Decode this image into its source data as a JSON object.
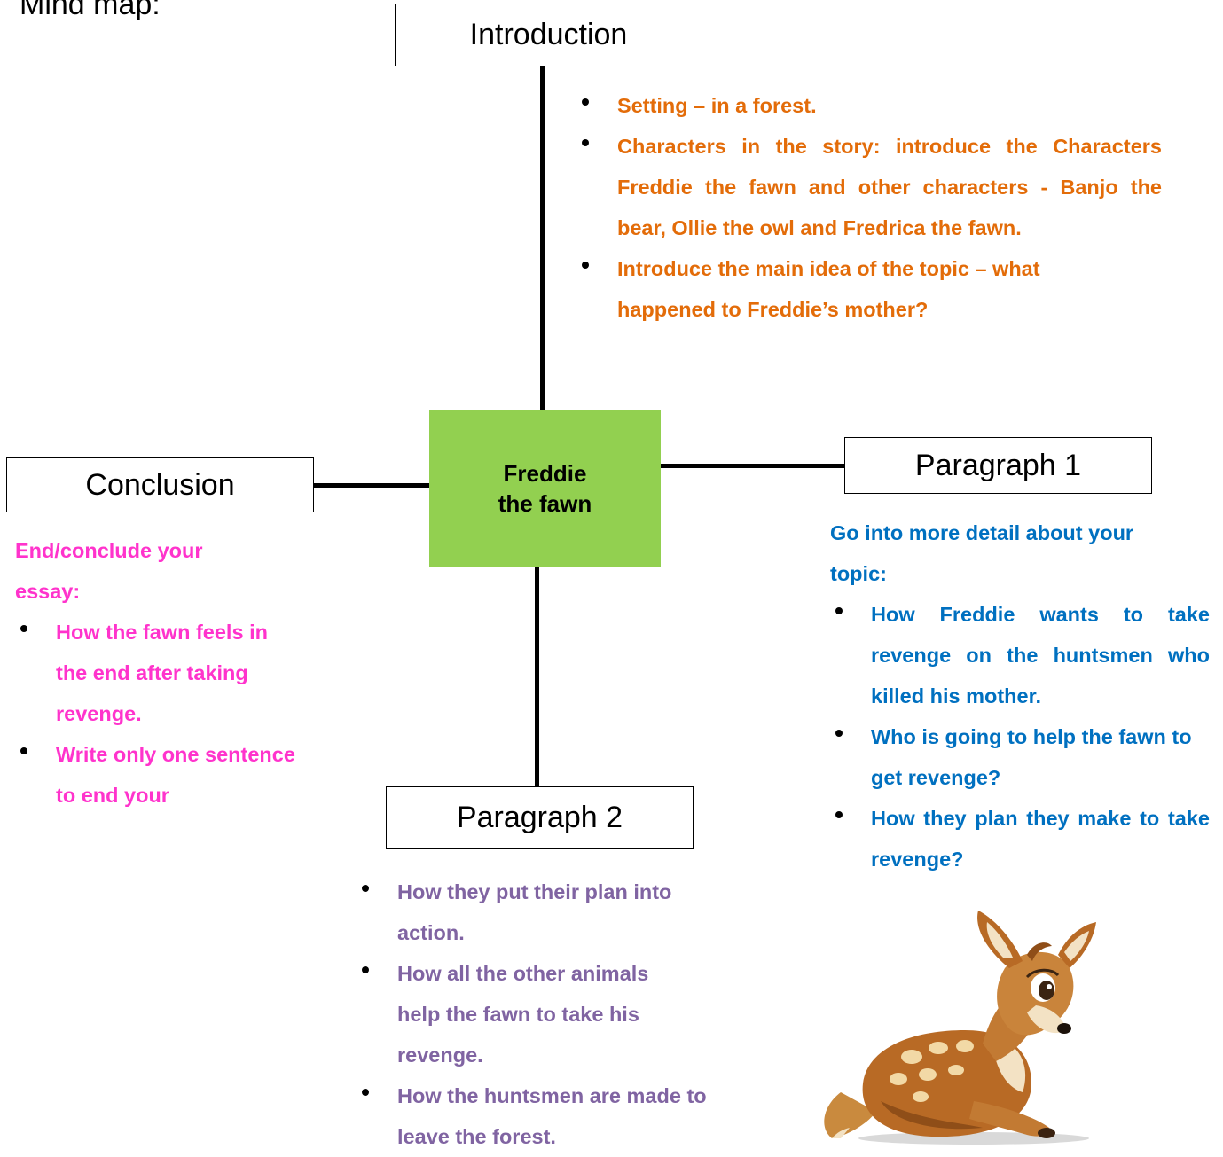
{
  "header": {
    "title": "Mind map:"
  },
  "center": {
    "line1": "Freddie",
    "line2": "the fawn"
  },
  "introduction": {
    "label": "Introduction",
    "bullets": [
      "Setting – in a forest.",
      "Characters in the story: introduce the Characters Freddie the fawn and other characters - Banjo the bear, Ollie the owl and Fredrica the fawn.",
      "Introduce the main idea of the topic – what happened to Freddie’s mother?"
    ]
  },
  "paragraph1": {
    "label": "Paragraph 1",
    "intro": "Go into more detail about your topic:",
    "bullets": [
      "How Freddie wants to take revenge on the huntsmen who killed his mother.",
      "Who is going to help the fawn to get revenge?",
      "How they plan they make to take revenge?"
    ]
  },
  "paragraph2": {
    "label": "Paragraph 2",
    "bullets": [
      "How they put their plan into action.",
      "How all the other animals help the fawn to take his revenge.",
      "How the huntsmen are made to leave the forest."
    ]
  },
  "conclusion": {
    "label": "Conclusion",
    "intro": "End/conclude your essay:",
    "bullets": [
      "How the fawn feels in the end after taking revenge.",
      "Write only one sentence to end your"
    ]
  },
  "colors": {
    "center_fill": "#92d050",
    "introduction_text": "#e36c09",
    "paragraph1_text": "#0070c0",
    "paragraph2_text": "#8064a2",
    "conclusion_text": "#ff33cc"
  },
  "images": {
    "fawn": "fawn-illustration"
  }
}
